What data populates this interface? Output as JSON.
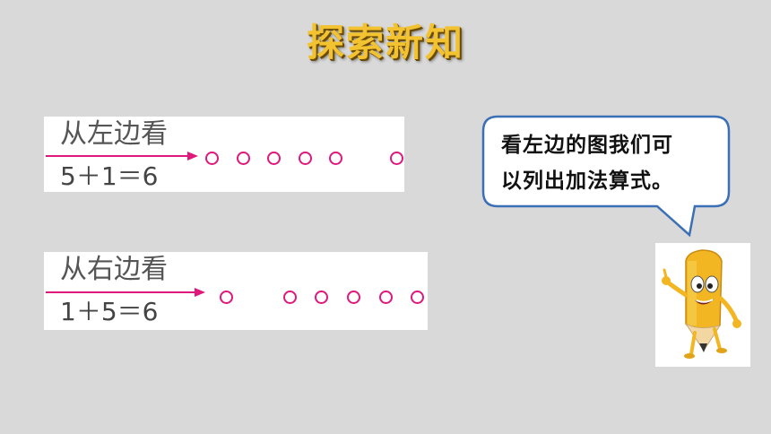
{
  "title": "探索新知",
  "left_view": {
    "heading": "从左边看",
    "equation": "5＋1＝6"
  },
  "right_view": {
    "heading": "从右边看",
    "equation": "1＋5＝6"
  },
  "speech_bubble": {
    "line1": "看左边的图我们可",
    "line2": "以列出加法算式。"
  },
  "colors": {
    "arrow": "#e0187b",
    "title": "#f2c230",
    "bubble_border": "#3b6fb6"
  },
  "icons": [
    "pencil-mascot-icon",
    "arrow-icon",
    "circle-icon"
  ]
}
